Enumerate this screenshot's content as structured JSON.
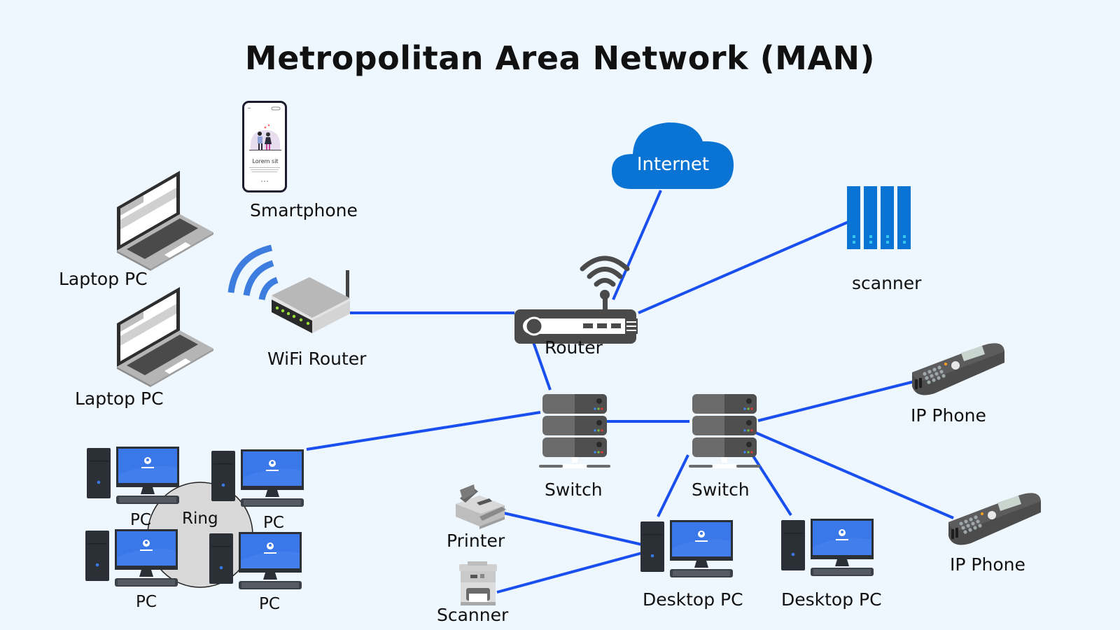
{
  "title": "Metropolitan Area Network (MAN)",
  "colors": {
    "background": "#eef6fe",
    "link": "#1a4fef",
    "cloud": "#0a74d4",
    "server_rack": "#0a74d4",
    "device_dark": "#4a4a4a",
    "monitor_screen": "#3a77e9",
    "wifi_waves": "#3d7de0",
    "ring_fill": "#d9d9d9"
  },
  "nodes": {
    "internet": {
      "label": "Internet",
      "icon": "cloud-icon"
    },
    "scanner_server": {
      "label": "scanner",
      "icon": "server-rack-icon"
    },
    "router": {
      "label": "Router",
      "icon": "router-icon"
    },
    "wifi_router": {
      "label": "WiFi Router",
      "icon": "wifi-router-icon"
    },
    "smartphone": {
      "label": "Smartphone",
      "icon": "smartphone-icon",
      "screen_text": "Lorem sit"
    },
    "laptop_1": {
      "label": "Laptop PC",
      "icon": "laptop-icon"
    },
    "laptop_2": {
      "label": "Laptop PC",
      "icon": "laptop-icon"
    },
    "switch_1": {
      "label": "Switch",
      "icon": "switch-icon"
    },
    "switch_2": {
      "label": "Switch",
      "icon": "switch-icon"
    },
    "ip_phone_1": {
      "label": "IP Phone",
      "icon": "ip-phone-icon"
    },
    "ip_phone_2": {
      "label": "IP Phone",
      "icon": "ip-phone-icon"
    },
    "printer": {
      "label": "Printer",
      "icon": "printer-icon"
    },
    "scanner": {
      "label": "Scanner",
      "icon": "scanner-icon"
    },
    "desktop_1": {
      "label": "Desktop PC",
      "icon": "desktop-pc-icon"
    },
    "desktop_2": {
      "label": "Desktop PC",
      "icon": "desktop-pc-icon"
    },
    "ring": {
      "label": "Ring",
      "pcs": [
        {
          "label": "PC"
        },
        {
          "label": "PC"
        },
        {
          "label": "PC"
        },
        {
          "label": "PC"
        }
      ]
    }
  },
  "links": [
    {
      "from": "wifi_router",
      "to": "router"
    },
    {
      "from": "router",
      "to": "internet"
    },
    {
      "from": "router",
      "to": "scanner_server"
    },
    {
      "from": "router",
      "to": "switch_1"
    },
    {
      "from": "switch_1",
      "to": "ring"
    },
    {
      "from": "switch_1",
      "to": "switch_2"
    },
    {
      "from": "switch_2",
      "to": "ip_phone_1"
    },
    {
      "from": "switch_2",
      "to": "ip_phone_2"
    },
    {
      "from": "switch_2",
      "to": "desktop_1"
    },
    {
      "from": "switch_2",
      "to": "desktop_2"
    },
    {
      "from": "printer",
      "to": "desktop_1"
    },
    {
      "from": "scanner",
      "to": "desktop_1"
    }
  ]
}
